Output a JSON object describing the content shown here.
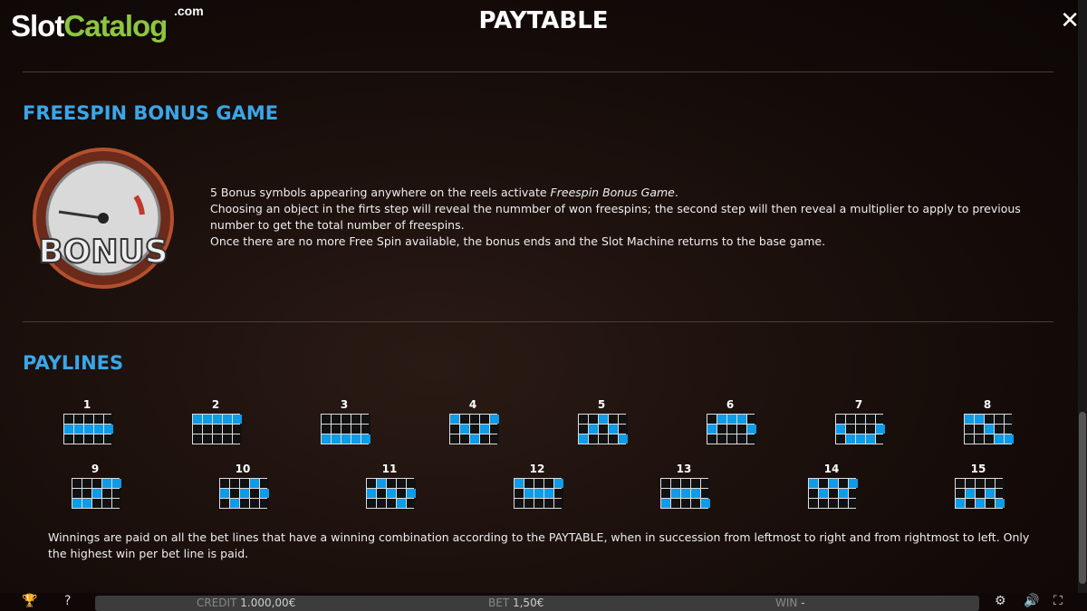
{
  "logo": {
    "slot": "Slot",
    "catalog": "Catalog",
    "com": ".com"
  },
  "header": {
    "title": "PAYTABLE",
    "close": "✕"
  },
  "freespin": {
    "heading": "FREESPIN BONUS GAME",
    "icon_text": "BONUS",
    "line1_pre": "5 Bonus symbols appearing anywhere on the reels activate ",
    "line1_em": "Freespin Bonus Game",
    "line1_post": ".",
    "line2": "Choosing an object in the firts step will reveal the nummber of won freespins; the second step will then reveal a multiplier to apply to previous number to get the total number of freespins.",
    "line3": "Once there are no more Free Spin available, the bonus ends and the Slot Machine returns to the base game."
  },
  "paylines": {
    "heading": "PAYLINES",
    "lines": [
      {
        "n": "1",
        "rows": [
          1,
          1,
          1,
          1,
          1
        ]
      },
      {
        "n": "2",
        "rows": [
          0,
          0,
          0,
          0,
          0
        ]
      },
      {
        "n": "3",
        "rows": [
          2,
          2,
          2,
          2,
          2
        ]
      },
      {
        "n": "4",
        "rows": [
          0,
          1,
          2,
          1,
          0
        ]
      },
      {
        "n": "5",
        "rows": [
          2,
          1,
          0,
          1,
          2
        ]
      },
      {
        "n": "6",
        "rows": [
          1,
          0,
          0,
          0,
          1
        ]
      },
      {
        "n": "7",
        "rows": [
          1,
          2,
          2,
          2,
          1
        ]
      },
      {
        "n": "8",
        "rows": [
          0,
          0,
          1,
          2,
          2
        ]
      },
      {
        "n": "9",
        "rows": [
          2,
          2,
          1,
          0,
          0
        ]
      },
      {
        "n": "10",
        "rows": [
          1,
          2,
          1,
          0,
          1
        ]
      },
      {
        "n": "11",
        "rows": [
          1,
          0,
          1,
          2,
          1
        ]
      },
      {
        "n": "12",
        "rows": [
          0,
          1,
          1,
          1,
          0
        ]
      },
      {
        "n": "13",
        "rows": [
          2,
          1,
          1,
          1,
          2
        ]
      },
      {
        "n": "14",
        "rows": [
          0,
          1,
          0,
          1,
          0
        ]
      },
      {
        "n": "15",
        "rows": [
          2,
          1,
          2,
          1,
          2
        ]
      }
    ],
    "note": "Winnings are paid on all the bet lines that have a winning combination according to the PAYTABLE, when in succession from leftmost to right and from rightmost to left. Only the highest win per bet line is paid."
  },
  "status": {
    "credit_label": "CREDIT",
    "credit": "1.000,00€",
    "bet_label": "BET",
    "bet": "1,50€",
    "win_label": "WIN",
    "win": "-"
  },
  "colors": {
    "accent": "#3aa6e8",
    "line": "#0e9be8"
  }
}
